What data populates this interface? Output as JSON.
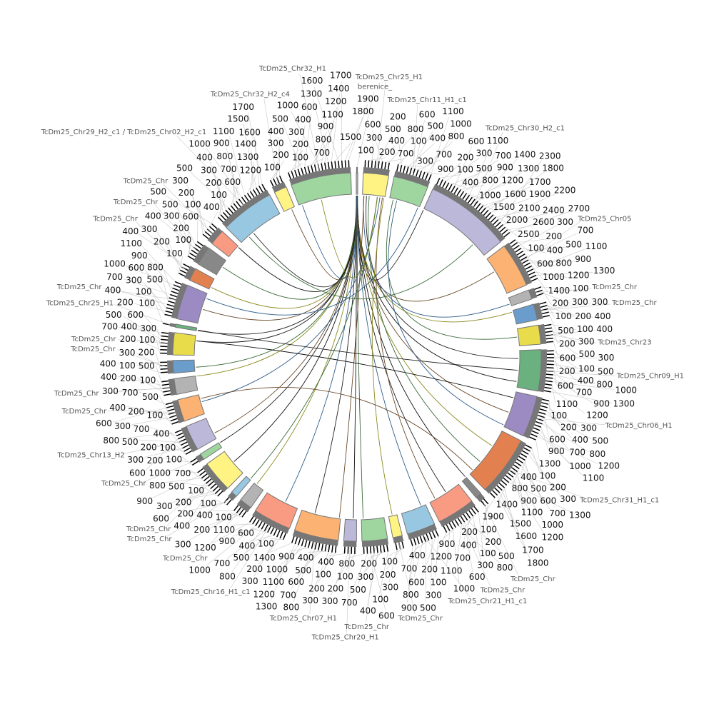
{
  "chart_data": {
    "type": "circos",
    "title": "",
    "tick_interval": 100,
    "sectors": [
      {
        "label": "berenice_",
        "length": 50,
        "color": "#b3b3b3"
      },
      {
        "label": "TcDm25_Chr25_H1",
        "length": 800,
        "color": "#fef383"
      },
      {
        "label": "TcDm25_Chr11_H1_c1",
        "length": 1100,
        "color": "#9fd6a0"
      },
      {
        "label": "TcDm25_Chr30_H2_c1",
        "length": 2700,
        "color": "#bcb8da"
      },
      {
        "label": "TcDm25_Chr05",
        "length": 1400,
        "color": "#fcb272"
      },
      {
        "label": "TcDm25_Chr",
        "length": 300,
        "color": "#b3b3b3"
      },
      {
        "label": "TcDm25_Chr",
        "length": 500,
        "color": "#6a9dcb"
      },
      {
        "label": "TcDm25_Chr23",
        "length": 600,
        "color": "#e8dc4a"
      },
      {
        "label": "TcDm25_Chr09_H1",
        "length": 1300,
        "color": "#6bb07f"
      },
      {
        "label": "TcDm25_Chr06_H1",
        "length": 1300,
        "color": "#9c8ac3"
      },
      {
        "label": "TcDm25_Chr31_H1_c1",
        "length": 1900,
        "color": "#e2814f"
      },
      {
        "label": "TcDm25_Chr",
        "length": 200,
        "color": "#888888"
      },
      {
        "label": "TcDm25_Chr",
        "length": 1200,
        "color": "#f99b82"
      },
      {
        "label": "TcDm25_Chr21_H1_c1",
        "length": 900,
        "color": "#98c7e2"
      },
      {
        "label": "TcDm25_Chr",
        "length": 300,
        "color": "#fef383"
      },
      {
        "label": "TcDm25_Chr",
        "length": 800,
        "color": "#9fd6a0"
      },
      {
        "label": "TcDm25_Chr20_H1",
        "length": 400,
        "color": "#bcb8da"
      },
      {
        "label": "TcDm25_Chr07_H1",
        "length": 1400,
        "color": "#fcb272"
      },
      {
        "label": "TcDm25_Chr16_H1_c1",
        "length": 1200,
        "color": "#f99b82"
      },
      {
        "label": "TcDm25_Chr",
        "length": 400,
        "color": "#b3b3b3"
      },
      {
        "label": "TcDm25_Chr",
        "length": 200,
        "color": "#98c7e2"
      },
      {
        "label": "TcDm25_Chr",
        "length": 1000,
        "color": "#fef383"
      },
      {
        "label": "TcDm25_Chr",
        "length": 200,
        "color": "#9fd6a0"
      },
      {
        "label": "TcDm25_Chr13_H2",
        "length": 800,
        "color": "#bcb8da"
      },
      {
        "label": "TcDm25_Chr",
        "length": 700,
        "color": "#fcb272"
      },
      {
        "label": "TcDm25_Chr",
        "length": 500,
        "color": "#b3b3b3"
      },
      {
        "label": "TcDm25_Chr",
        "length": 400,
        "color": "#6a9dcb"
      },
      {
        "label": "TcDm25_Chr",
        "length": 700,
        "color": "#e8dc4a"
      },
      {
        "label": "TcDm25_Chr25_H1",
        "length": 100,
        "color": "#6bb07f"
      },
      {
        "label": "TcDm25_Chr",
        "length": 1100,
        "color": "#9c8ac3"
      },
      {
        "label": "TcDm25_Chr",
        "length": 400,
        "color": "#e2814f"
      },
      {
        "label": "TcDm25_Chr",
        "length": 600,
        "color": "#888888"
      },
      {
        "label": "TcDm25_Chr",
        "length": 500,
        "color": "#f99b82"
      },
      {
        "label": "TcDm25_Chr29_H2_c1 / TcDm25_Chr02_H2_c1",
        "length": 1700,
        "color": "#98c7e2"
      },
      {
        "label": "TcDm25_Chr32_H2_c4",
        "length": 400,
        "color": "#fef383"
      },
      {
        "label": "TcDm25_Chr32_H1",
        "length": 1900,
        "color": "#9fd6a0"
      }
    ],
    "links": [
      [
        3,
        0
      ],
      [
        4,
        0
      ],
      [
        5,
        1
      ],
      [
        6,
        0
      ],
      [
        7,
        2
      ],
      [
        8,
        0
      ],
      [
        8,
        1
      ],
      [
        9,
        0
      ],
      [
        9,
        2
      ],
      [
        10,
        0
      ],
      [
        10,
        1
      ],
      [
        11,
        0
      ],
      [
        12,
        0
      ],
      [
        12,
        1
      ],
      [
        13,
        0
      ],
      [
        14,
        1
      ],
      [
        15,
        0
      ],
      [
        16,
        0
      ],
      [
        17,
        0
      ],
      [
        17,
        1
      ],
      [
        18,
        0
      ],
      [
        19,
        0
      ],
      [
        20,
        1
      ],
      [
        21,
        0
      ],
      [
        22,
        0
      ],
      [
        23,
        0
      ],
      [
        24,
        1
      ],
      [
        25,
        0
      ],
      [
        26,
        0
      ],
      [
        27,
        0
      ],
      [
        28,
        0
      ],
      [
        29,
        0
      ],
      [
        29,
        2
      ],
      [
        30,
        0
      ],
      [
        31,
        0
      ],
      [
        32,
        0
      ],
      [
        33,
        0
      ],
      [
        34,
        0
      ],
      [
        35,
        0
      ],
      [
        35,
        1
      ],
      [
        3,
        33
      ],
      [
        9,
        27
      ],
      [
        8,
        28
      ],
      [
        10,
        24
      ]
    ],
    "link_colors": [
      "#222222",
      "#6b4b2a",
      "#2f5d8a",
      "#8a8a20",
      "#3a6a3a",
      "#111111"
    ]
  }
}
